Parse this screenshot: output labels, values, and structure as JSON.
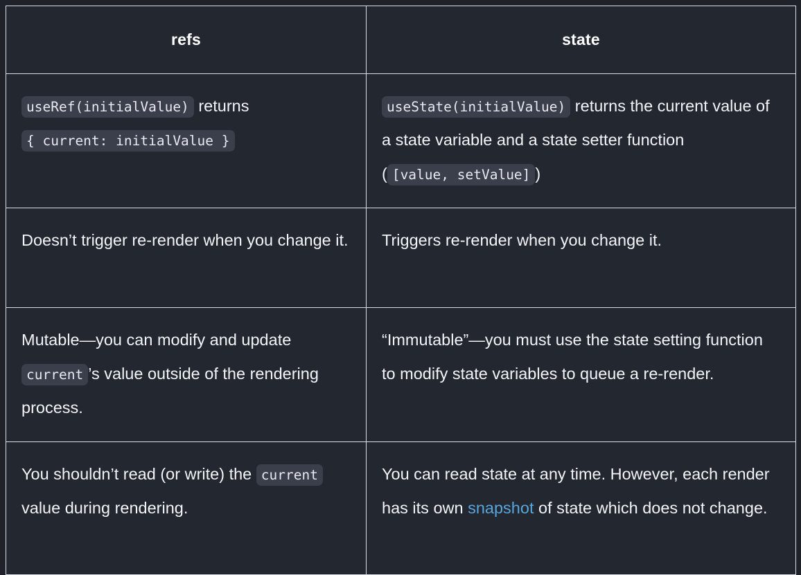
{
  "table": {
    "columns": [
      {
        "id": "refs",
        "header": "refs"
      },
      {
        "id": "state",
        "header": "state"
      }
    ],
    "rows": [
      {
        "id": "returns",
        "refs": {
          "parts": [
            {
              "type": "code",
              "text": "useRef(initialValue)"
            },
            {
              "type": "text",
              "text": " returns "
            },
            {
              "type": "code",
              "text": "{ current: initialValue }"
            }
          ]
        },
        "state": {
          "parts": [
            {
              "type": "code",
              "text": "useState(initialValue)"
            },
            {
              "type": "text",
              "text": " returns the current value of a state variable and a state setter function ("
            },
            {
              "type": "code",
              "text": "[value, setValue]"
            },
            {
              "type": "text",
              "text": ")"
            }
          ]
        }
      },
      {
        "id": "rerender",
        "refs": {
          "parts": [
            {
              "type": "text",
              "text": "Doesn’t trigger re-render when you change it."
            }
          ]
        },
        "state": {
          "parts": [
            {
              "type": "text",
              "text": "Triggers re-render when you change it."
            }
          ]
        }
      },
      {
        "id": "mutability",
        "refs": {
          "parts": [
            {
              "type": "text",
              "text": "Mutable—you can modify and update "
            },
            {
              "type": "code",
              "text": "current"
            },
            {
              "type": "text",
              "text": "’s value outside of the rendering process."
            }
          ]
        },
        "state": {
          "parts": [
            {
              "type": "text",
              "text": "“Immutable”—you must use the state setting function to modify state variables to queue a re-render."
            }
          ]
        }
      },
      {
        "id": "reading",
        "refs": {
          "parts": [
            {
              "type": "text",
              "text": "You shouldn’t read (or write) the "
            },
            {
              "type": "code",
              "text": "current"
            },
            {
              "type": "text",
              "text": " value during rendering."
            }
          ]
        },
        "state": {
          "parts": [
            {
              "type": "text",
              "text": "You can read state at any time. However, each render has its own "
            },
            {
              "type": "link",
              "text": "snapshot"
            },
            {
              "type": "text",
              "text": " of state which does not change."
            }
          ]
        }
      }
    ]
  },
  "colors": {
    "page_background": "#1f2229",
    "cell_background": "#23272f",
    "border": "#d9dde4",
    "text": "#f2f4f7",
    "code_chip_background": "#3a3f4b",
    "code_chip_text": "#e6e9ef",
    "link": "#58a6dd"
  }
}
